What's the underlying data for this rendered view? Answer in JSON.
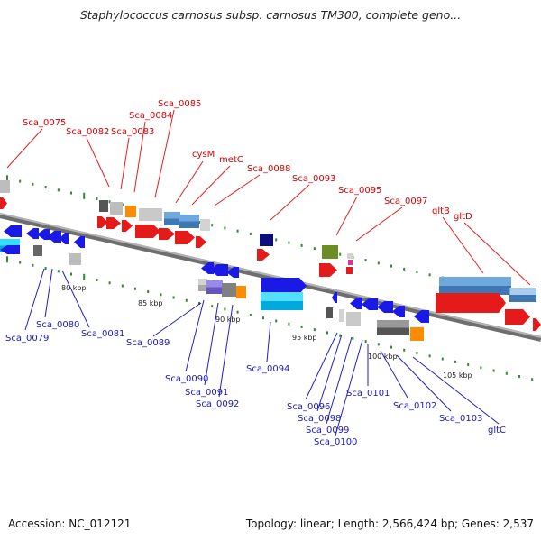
{
  "title": "Staphylococcus carnosus subsp. carnosus TM300, complete geno...",
  "footer": {
    "accession": "Accession: NC_012121",
    "summary": "Topology: linear; Length: 2,566,424 bp; Genes: 2,537"
  },
  "colors": {
    "backbone": "#8a8a8a",
    "tick": "#2e8b2e",
    "top_label": "#d40000",
    "bottom_label": "#1a1ab8",
    "leader_top": "#e02020",
    "leader_bottom": "#2020c0"
  },
  "scale_labels": [
    "80 kbp",
    "85 kbp",
    "90 kbp",
    "95 kbp",
    "100 kbp",
    "105 kbp"
  ],
  "top_labels": [
    "Sca_0075",
    "Sca_0082",
    "Sca_0083",
    "Sca_0084",
    "Sca_0085",
    "cysM",
    "metC",
    "Sca_0088",
    "Sca_0093",
    "Sca_0095",
    "Sca_0097",
    "gltB",
    "gltD"
  ],
  "bottom_labels": [
    "Sca_0079",
    "Sca_0080",
    "Sca_0081",
    "Sca_0089",
    "Sca_0090",
    "Sca_0091",
    "Sca_0092",
    "Sca_0094",
    "Sca_0096",
    "Sca_0098",
    "Sca_0099",
    "Sca_0100",
    "Sca_0101",
    "Sca_0102",
    "Sca_0103",
    "gltC"
  ]
}
